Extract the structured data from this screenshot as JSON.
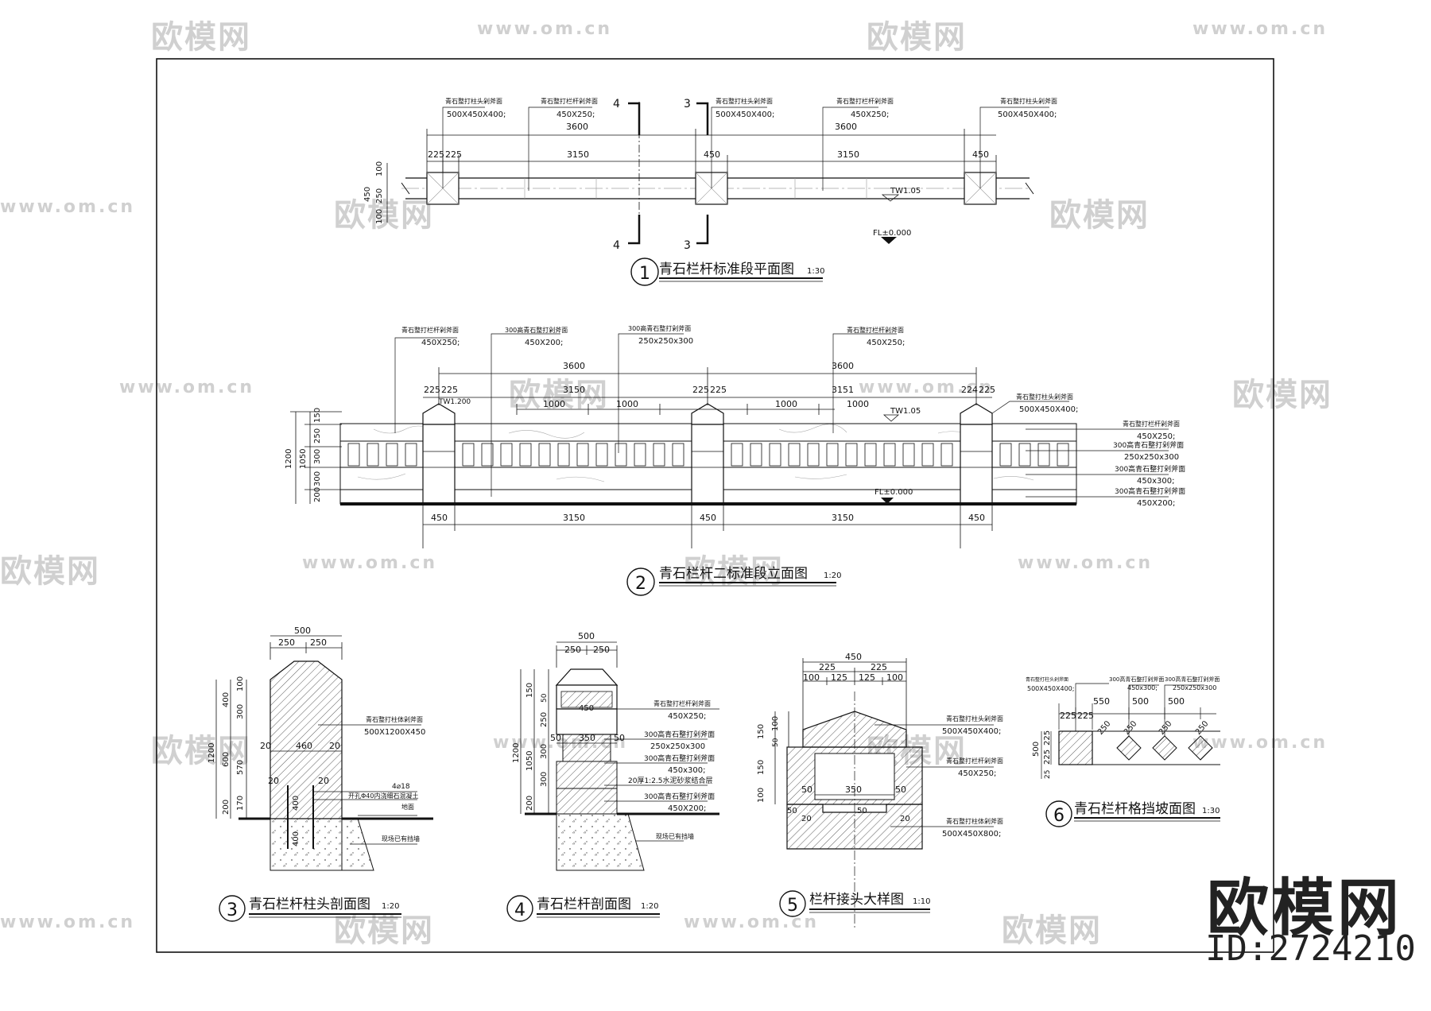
{
  "watermark": {
    "brand": "欧模网",
    "url": "www.om.cn",
    "id": "ID:2724210"
  },
  "drawings": {
    "plan": {
      "title": "青石栏杆标准段平面图",
      "num": "1",
      "scale": "1:30",
      "callout_post": "青石整打柱头剁斧面",
      "callout_post_dim": "500X450X400;",
      "callout_rail": "青石整打栏杆剁斧面",
      "callout_rail_dim": "450X250;",
      "dims": {
        "span": "3600",
        "c225": "225",
        "c3150": "3150",
        "c450": "450",
        "v100": "100",
        "v450": "450",
        "v250": "250",
        "v100b": "100"
      },
      "section4": "4",
      "section3": "3",
      "tw": "TW1.05",
      "fl": "FL±0.000"
    },
    "elevation": {
      "title": "青石栏杆二标准段立面图",
      "num": "2",
      "scale": "1:20",
      "c_rail": "青石整打栏杆剁斧面",
      "c_rail_dim": "450X250;",
      "c_300b": "300高青石整打剁斧面",
      "c_300b_dim": "450X200;",
      "c_300c": "300高青石整打剁斧面",
      "c_300c_dim": "250x250x300",
      "c_post": "青石整打柱头剁斧面",
      "c_post_dim": "500X450X400;",
      "r1": "青石整打栏杆剁斧面",
      "r1d": "450X250;",
      "r2": "300高青石整打剁斧面",
      "r2d": "250x250x300",
      "r3": "300高青石整打剁斧面",
      "r3d": "450x300;",
      "r4": "300高青石整打剁斧面",
      "r4d": "450X200;",
      "top_span_a": "3600",
      "top_span_b": "3600",
      "top_225": "225",
      "top_224": "224",
      "top_3150": "3150",
      "top_3151": "3151",
      "top_1000": "1000",
      "tw_a": "TW1.200",
      "tw_b": "TW1.05",
      "fl": "FL±0.000",
      "v1200": "1200",
      "v1050": "1050",
      "v150": "150",
      "v250": "250",
      "v300": "300",
      "v200": "200",
      "bot_450": "450",
      "bot_3150": "3150"
    },
    "post_section": {
      "title": "青石栏杆柱头剖面图",
      "num": "3",
      "scale": "1:20",
      "w500": "500",
      "w250": "250",
      "w460": "460",
      "w20": "20",
      "v100": "100",
      "v300": "300",
      "v400": "400",
      "v1200": "1200",
      "v600": "600",
      "v570": "570",
      "v170": "170",
      "v200": "200",
      "v400b": "400",
      "c1": "青石整打柱体剁斧面",
      "c1d": "500X1200X450",
      "c2": "4⌀18",
      "c3": "开孔Φ40内浇细石混凝土",
      "c4": "地面",
      "c5": "现场已有挡墙"
    },
    "rail_section": {
      "title": "青石栏杆剖面图",
      "num": "4",
      "scale": "1:20",
      "w500": "500",
      "w250": "250",
      "w450": "450",
      "w350": "350",
      "w50": "50",
      "v150": "150",
      "v50": "50",
      "v250": "250",
      "v1200": "1200",
      "v1050": "1050",
      "v300": "300",
      "v200": "200",
      "c1": "青石整打栏杆剁斧面",
      "c1d": "450X250;",
      "c2": "300高青石整打剁斧面",
      "c2d": "250x250x300",
      "c3": "300高青石整打剁斧面",
      "c3d": "450x300;",
      "c4": "20厚1:2.5水泥砂浆结合层",
      "c5": "300高青石整打剁斧面",
      "c5d": "450X200;",
      "c6": "现场已有挡墙"
    },
    "joint_detail": {
      "title": "栏杆接头大样图",
      "num": "5",
      "scale": "1:10",
      "w450": "450",
      "w225": "225",
      "w100": "100",
      "w125": "125",
      "w350": "350",
      "w50": "50",
      "w20": "20",
      "v150": "150",
      "v100": "100",
      "v50": "50",
      "c1": "青石整打柱头剁斧面",
      "c1d": "500X450X400;",
      "c2": "青石整打栏杆剁斧面",
      "c2d": "450X250;",
      "c3": "青石整打柱体剁斧面",
      "c3d": "500X450X800;"
    },
    "lattice": {
      "title": "青石栏杆格挡坡面图",
      "num": "6",
      "scale": "1:30",
      "c1": "青石整打柱头剁斧面",
      "c1d": "500X450X400;",
      "c2": "300高青石整打剁斧面",
      "c2d": "450x300;",
      "c3": "300高青石整打剁斧面",
      "c3d": "250x250x300",
      "w225": "225",
      "w550": "550",
      "w500": "500",
      "w250": "250",
      "v500": "500",
      "v225": "225",
      "v25": "25"
    }
  }
}
